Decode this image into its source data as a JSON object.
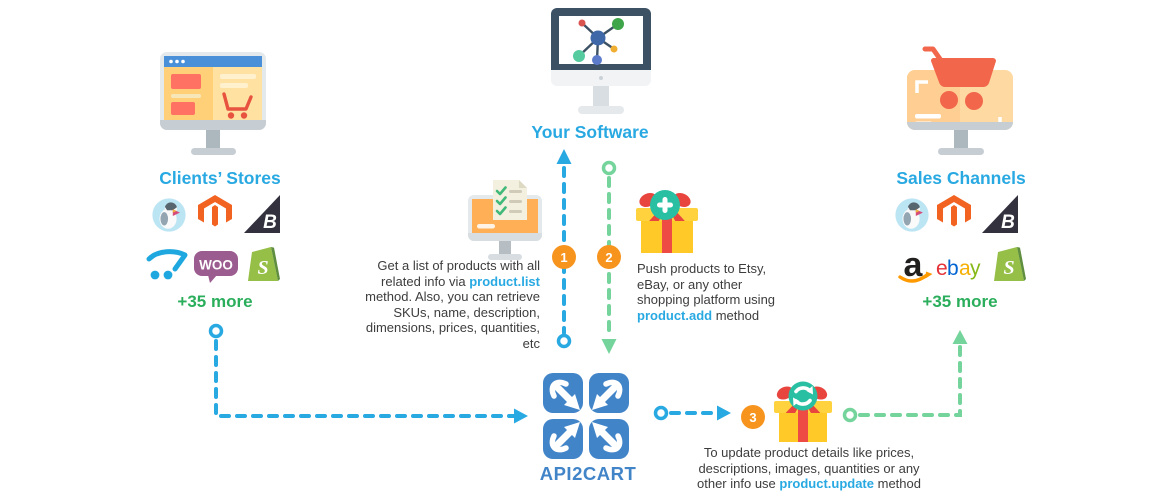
{
  "nodes": {
    "your_software": {
      "label": "Your Software"
    },
    "clients_stores": {
      "label": "Clients’ Stores",
      "more": "+35 more",
      "platforms": [
        "PrestaShop",
        "Magento",
        "BigCommerce",
        "OpenCart",
        "WooCommerce",
        "Shopify"
      ]
    },
    "sales_channels": {
      "label": "Sales Channels",
      "more": "+35 more",
      "platforms": [
        "PrestaShop",
        "Magento",
        "BigCommerce",
        "Amazon",
        "eBay",
        "Shopify"
      ]
    },
    "api2cart": {
      "label": "API2CART"
    }
  },
  "glyphs": {
    "bigcommerce": "B",
    "woocommerce": "WOO",
    "shopify": "S",
    "amazon": "a",
    "ebay_e": "e",
    "ebay_b": "b",
    "ebay_a": "a",
    "ebay_y": "y"
  },
  "steps": [
    {
      "number": "1",
      "before": "Get a list of products with all related info via ",
      "method": "product.list",
      "after": " method. Also, you can retrieve SKUs, name, description, dimensions, prices, quantities, etc"
    },
    {
      "number": "2",
      "before": "Push products to Etsy, eBay, or any other shopping platform using ",
      "method": "product.add",
      "after": " method"
    },
    {
      "number": "3",
      "before": "To update product details like prices, descriptions, images, quantities or any other info use ",
      "method": "product.update",
      "after": " method"
    }
  ],
  "colors": {
    "accent_blue": "#29A9E2",
    "logo_blue": "#4184C8",
    "green_text": "#2BAE5C",
    "dash_green": "#74D49B",
    "badge_orange": "#F7941E",
    "body_text": "#3D3D3D"
  }
}
